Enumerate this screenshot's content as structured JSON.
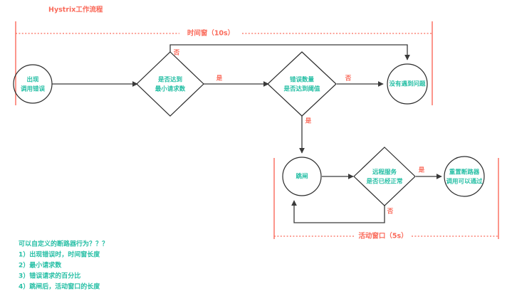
{
  "diagram": {
    "title": "Hystrix工作流程",
    "accent_red": "#fa6a5a",
    "accent_teal": "#26bfa5",
    "stroke_dark": "#2b2b2b",
    "background": "#ffffff"
  },
  "windows": [
    {
      "id": "time-window",
      "label": "时间窗（10s）"
    },
    {
      "id": "active-window",
      "label": "活动窗口（5s）"
    }
  ],
  "nodes": [
    {
      "id": "error-occurs",
      "shape": "circle",
      "lines": [
        "出现",
        "调用错误"
      ]
    },
    {
      "id": "min-requests",
      "shape": "diamond",
      "lines": [
        "是否达到",
        "最小请求数"
      ]
    },
    {
      "id": "error-threshold",
      "shape": "diamond",
      "lines": [
        "错误数量",
        "是否达到阈值"
      ]
    },
    {
      "id": "no-problem",
      "shape": "circle",
      "lines": [
        "没有遇到问题"
      ]
    },
    {
      "id": "trip-breaker",
      "shape": "circle",
      "lines": [
        "跳闸"
      ]
    },
    {
      "id": "remote-healthy",
      "shape": "diamond",
      "lines": [
        "远程服务",
        "是否已经正常"
      ]
    },
    {
      "id": "reset-breaker",
      "shape": "circle",
      "lines": [
        "重置断路器",
        "调用可以通过"
      ]
    }
  ],
  "edges": [
    {
      "id": "error-to-min",
      "label": ""
    },
    {
      "id": "min-no-to-noproblem",
      "label": "否"
    },
    {
      "id": "min-yes-to-threshold",
      "label": "是"
    },
    {
      "id": "threshold-no-noproblem",
      "label": "否"
    },
    {
      "id": "threshold-yes-to-trip",
      "label": "是"
    },
    {
      "id": "trip-to-remote",
      "label": ""
    },
    {
      "id": "remote-yes-to-reset",
      "label": "是"
    },
    {
      "id": "remote-no-back-to-trip",
      "label": "否"
    }
  ],
  "notes": {
    "heading": "可以自定义的断路器行为？？？",
    "items": [
      "1）出现错误时，时间窗长度",
      "2）最小请求数",
      "3）错误请求的百分比",
      "4）跳闸后，活动窗口的长度"
    ]
  }
}
